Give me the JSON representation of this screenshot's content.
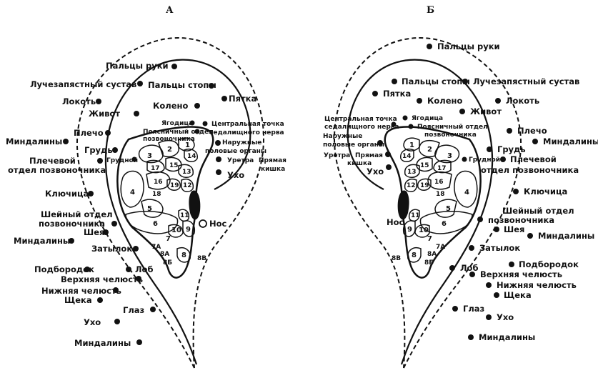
{
  "titles": {
    "left": "А",
    "right": "Б"
  },
  "left_points": [
    {
      "text": "Пальцы руки"
    },
    {
      "text": "Лучезапястный сустав"
    },
    {
      "text": "Пальцы стопы"
    },
    {
      "text": "Пятка"
    },
    {
      "text": "Локоть"
    },
    {
      "text": "Колено"
    },
    {
      "text": "Живот"
    },
    {
      "text": "Ягодица"
    },
    {
      "text": "Поясничный отдел"
    },
    {
      "text": "позвоночника"
    },
    {
      "text": "Центральная точка"
    },
    {
      "text": "седалищного нерва"
    },
    {
      "text": "Миндалины"
    },
    {
      "text": "Плечо"
    },
    {
      "text": "Наружные"
    },
    {
      "text": "половые органы"
    },
    {
      "text": "Грудь"
    },
    {
      "text": "Грудной"
    },
    {
      "text": "Плечевой"
    },
    {
      "text": "отдел позвоночника"
    },
    {
      "text": "Уретра"
    },
    {
      "text": "Прямая"
    },
    {
      "text": "кишка"
    },
    {
      "text": "Ухо"
    },
    {
      "text": "Ключица"
    },
    {
      "text": "Шейный отдел"
    },
    {
      "text": "позвоночника"
    },
    {
      "text": "Нос"
    },
    {
      "text": "Шея"
    },
    {
      "text": "Миндалины"
    },
    {
      "text": "Затылок"
    },
    {
      "text": "Подбородок"
    },
    {
      "text": "Лоб"
    },
    {
      "text": "Верхняя челюсть"
    },
    {
      "text": "Нижняя челюсть"
    },
    {
      "text": "Щека"
    },
    {
      "text": "Глаз"
    },
    {
      "text": "Ухо"
    },
    {
      "text": "Миндалины"
    }
  ],
  "right_points": [
    {
      "text": "Пальцы руки"
    },
    {
      "text": "Пальцы стопы"
    },
    {
      "text": "Лучезапястный сустав"
    },
    {
      "text": "Пятка"
    },
    {
      "text": "Колено"
    },
    {
      "text": "Локоть"
    },
    {
      "text": "Центральная точка"
    },
    {
      "text": "седалищного нерва"
    },
    {
      "text": "Ягодица"
    },
    {
      "text": "Живот"
    },
    {
      "text": "Поясничный отдел"
    },
    {
      "text": "позвоночника"
    },
    {
      "text": "Плечо"
    },
    {
      "text": "Наружные"
    },
    {
      "text": "половые органы"
    },
    {
      "text": "Миндалины"
    },
    {
      "text": "Уретра"
    },
    {
      "text": "Прямая"
    },
    {
      "text": "кишка"
    },
    {
      "text": "Грудь"
    },
    {
      "text": "Грудной"
    },
    {
      "text": "Плечевой"
    },
    {
      "text": "Ухо"
    },
    {
      "text": "отдел позвоночника"
    },
    {
      "text": "Ключица"
    },
    {
      "text": "Шейный отдел"
    },
    {
      "text": "позвоночника"
    },
    {
      "text": "Нос"
    },
    {
      "text": "Шея"
    },
    {
      "text": "Миндалины"
    },
    {
      "text": "Затылок"
    },
    {
      "text": "Подбородок"
    },
    {
      "text": "Лоб"
    },
    {
      "text": "Верхняя челюсть"
    },
    {
      "text": "Нижняя челюсть"
    },
    {
      "text": "Щека"
    },
    {
      "text": "Глаз"
    },
    {
      "text": "Ухо"
    },
    {
      "text": "Миндалины"
    }
  ],
  "left_zone_numbers": [
    "1",
    "2",
    "3",
    "4",
    "5",
    "6",
    "7",
    "7А",
    "8",
    "8А",
    "8Б",
    "8В",
    "9",
    "10",
    "11",
    "12",
    "13",
    "14",
    "15",
    "16",
    "17",
    "18",
    "19"
  ],
  "right_zone_numbers": [
    "1",
    "2",
    "3",
    "4",
    "5",
    "6",
    "7",
    "7А",
    "8",
    "8А",
    "8Б",
    "8В",
    "9",
    "10",
    "11",
    "12",
    "13",
    "14",
    "15",
    "16",
    "17",
    "18",
    "19"
  ]
}
